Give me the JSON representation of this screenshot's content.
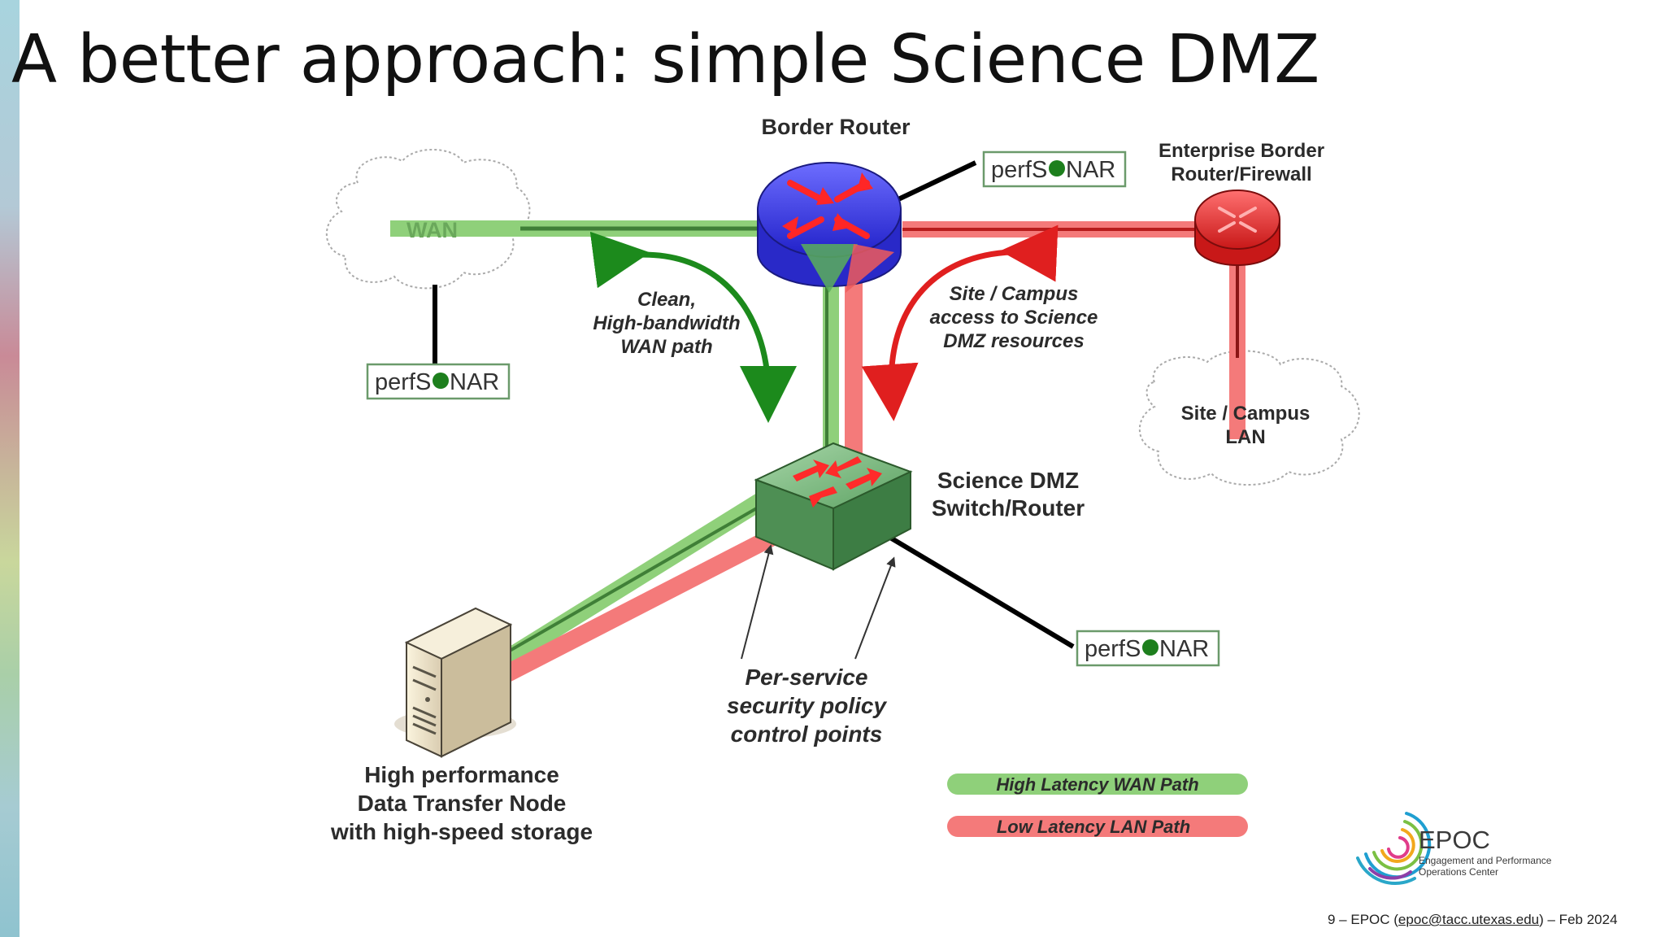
{
  "slide": {
    "title": "A better approach: simple Science DMZ",
    "footer": {
      "prefix": "9 – EPOC (",
      "email": "epoc@tacc.utexas.edu",
      "suffix": ") – Feb 2024"
    }
  },
  "diagram": {
    "border_router_label": "Border Router",
    "enterprise_router_label": [
      "Enterprise Border",
      "Router/Firewall"
    ],
    "wan_label": "WAN",
    "campus_lan_label": [
      "Site / Campus",
      "LAN"
    ],
    "science_dmz_label": [
      "Science DMZ",
      "Switch/Router"
    ],
    "dtn_label": [
      "High performance",
      "Data Transfer Node",
      "with high-speed storage"
    ],
    "wan_path_note": [
      "Clean,",
      "High-bandwidth",
      "WAN path"
    ],
    "campus_access_note": [
      "Site / Campus",
      "access to Science",
      "DMZ resources"
    ],
    "policy_note": [
      "Per-service",
      "security policy",
      "control points"
    ],
    "perfsonar_parts": [
      "perfS",
      "NAR"
    ],
    "legend": {
      "wan_path": "High Latency WAN Path",
      "lan_path": "Low Latency LAN Path"
    },
    "colors": {
      "wan_path": "#8fd07a",
      "lan_path": "#f47a7a",
      "border_router": "#3333d6",
      "enterprise_router": "#e32a2a",
      "switch": "#5aa464"
    }
  },
  "logo": {
    "name": "EPOC",
    "subtitle": [
      "Engagement and Performance",
      "Operations Center"
    ]
  }
}
